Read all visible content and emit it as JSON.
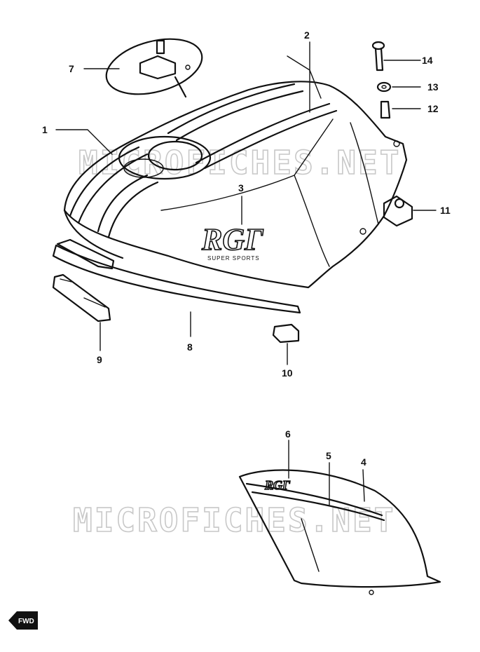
{
  "watermark": "MICROFICHES.NET",
  "emblem": {
    "logo": "RGΓ",
    "tagline": "SUPER SPORTS",
    "side_logo": "RGΓ"
  },
  "direction_marker": "FWD",
  "callouts": [
    {
      "id": "c1",
      "label": "1"
    },
    {
      "id": "c2",
      "label": "2"
    },
    {
      "id": "c3",
      "label": "3"
    },
    {
      "id": "c4",
      "label": "4"
    },
    {
      "id": "c5",
      "label": "5"
    },
    {
      "id": "c6",
      "label": "6"
    },
    {
      "id": "c7",
      "label": "7"
    },
    {
      "id": "c8",
      "label": "8"
    },
    {
      "id": "c9",
      "label": "9"
    },
    {
      "id": "c10",
      "label": "10"
    },
    {
      "id": "c11",
      "label": "11"
    },
    {
      "id": "c12",
      "label": "12"
    },
    {
      "id": "c13",
      "label": "13"
    },
    {
      "id": "c14",
      "label": "14"
    }
  ]
}
